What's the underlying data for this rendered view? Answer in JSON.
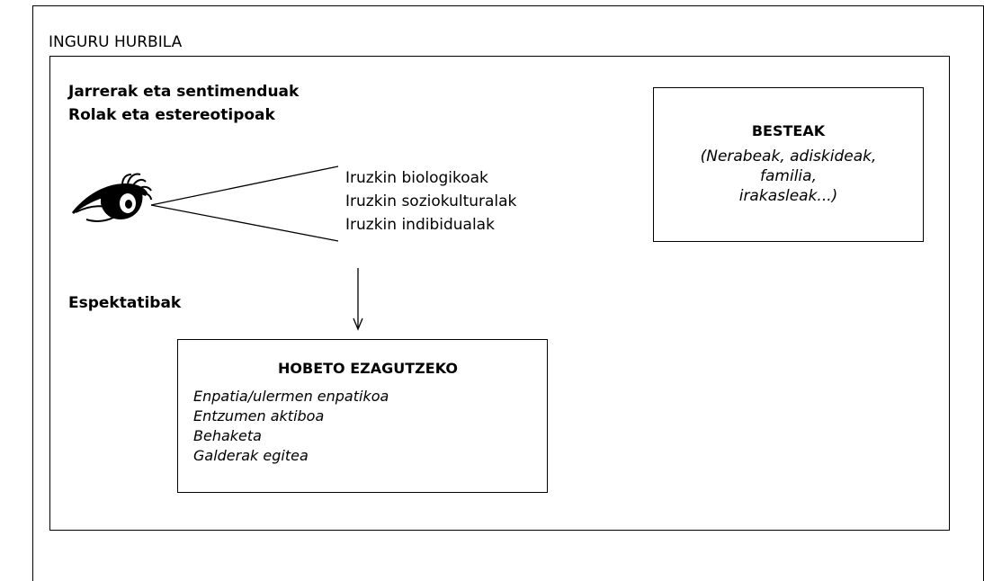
{
  "section_title": "INGURU HURBILA",
  "headings": {
    "attitudes": "Jarrerak eta sentimenduak",
    "roles": "Rolak eta estereotipoak",
    "expectations": "Espektatibak"
  },
  "comments": [
    "Iruzkin biologikoak",
    "Iruzkin soziokulturalak",
    "Iruzkin indibidualak"
  ],
  "besteak": {
    "title": "BESTEAK",
    "lines": [
      "(Nerabeak, adiskideak,",
      "familia,",
      "irakasleak...)"
    ]
  },
  "hobeto": {
    "title": "HOBETO EZAGUTZEKO",
    "items": [
      "Enpatia/ulermen enpatikoa",
      "Entzumen aktiboa",
      "Behaketa",
      "Galderak egitea"
    ]
  },
  "icons": {
    "eye": "eye-icon",
    "arrow": "down-arrow-icon"
  }
}
